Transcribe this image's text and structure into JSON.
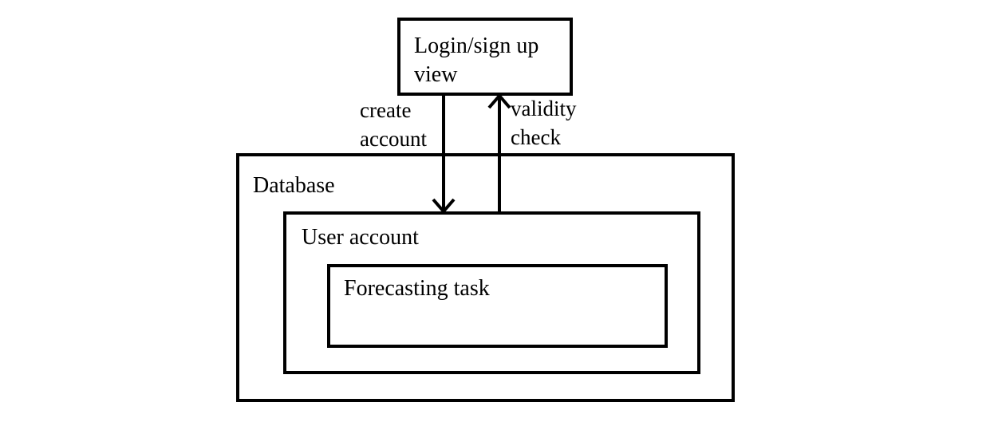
{
  "diagram": {
    "login_box": {
      "label": "Login/sign up view"
    },
    "database_box": {
      "label": "Database"
    },
    "user_account_box": {
      "label": "User account"
    },
    "forecasting_box": {
      "label": "Forecasting task"
    },
    "edges": [
      {
        "id": "create-account",
        "label": "create account",
        "from": "Login/sign up view",
        "to": "User account"
      },
      {
        "id": "validity-check",
        "label": "validity check",
        "from": "User account",
        "to": "Login/sign up view"
      }
    ]
  }
}
